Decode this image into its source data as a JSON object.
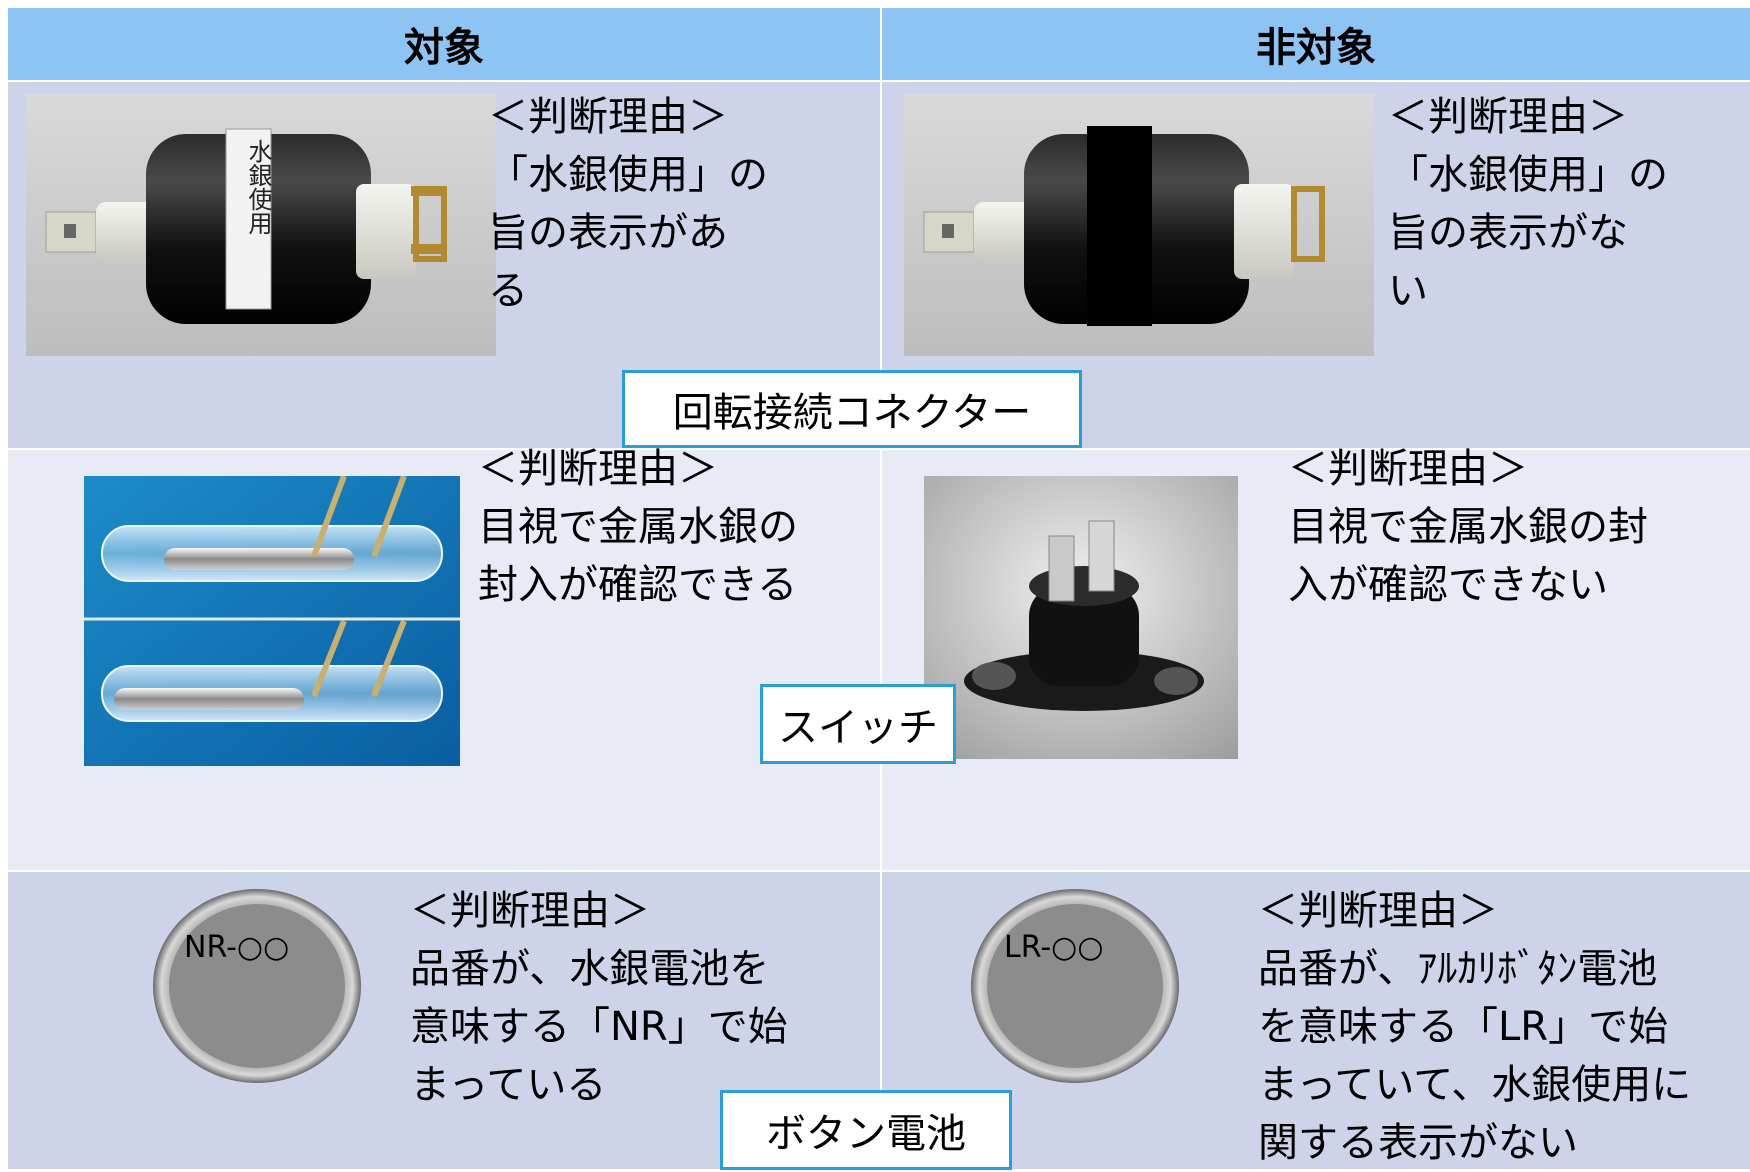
{
  "header": {
    "left": "対象",
    "right": "非対象"
  },
  "rows": [
    {
      "category": "回転接続コネクター",
      "target_reason": "＜判断理由＞\n「水銀使用」の\n旨の表示があ\nる",
      "nontarget_reason": "＜判断理由＞\n「水銀使用」の\n旨の表示がな\nい",
      "target_sticker_text": "水銀使用"
    },
    {
      "category": "スイッチ",
      "target_reason": "＜判断理由＞\n目視で金属水銀の\n封入が確認できる",
      "nontarget_reason": "＜判断理由＞\n目視で金属水銀の封\n入が確認できない"
    },
    {
      "category": "ボタン電池",
      "target_reason": "＜判断理由＞\n品番が、水銀電池を\n意味する「NR」で始\nまっている",
      "nontarget_reason": "＜判断理由＞\n品番が、ｱﾙｶﾘﾎﾞﾀﾝ電池\nを意味する「LR」で始\nまっていて、水銀使用に\n関する表示がない",
      "target_battery_label": "NR-○○",
      "nontarget_battery_label": "LR-○○"
    }
  ],
  "colors": {
    "header_bg": "#8ec4f3",
    "row_dark": "#cdd4e9",
    "row_light": "#e8ebf5",
    "tag_border": "#2a9ed6"
  }
}
